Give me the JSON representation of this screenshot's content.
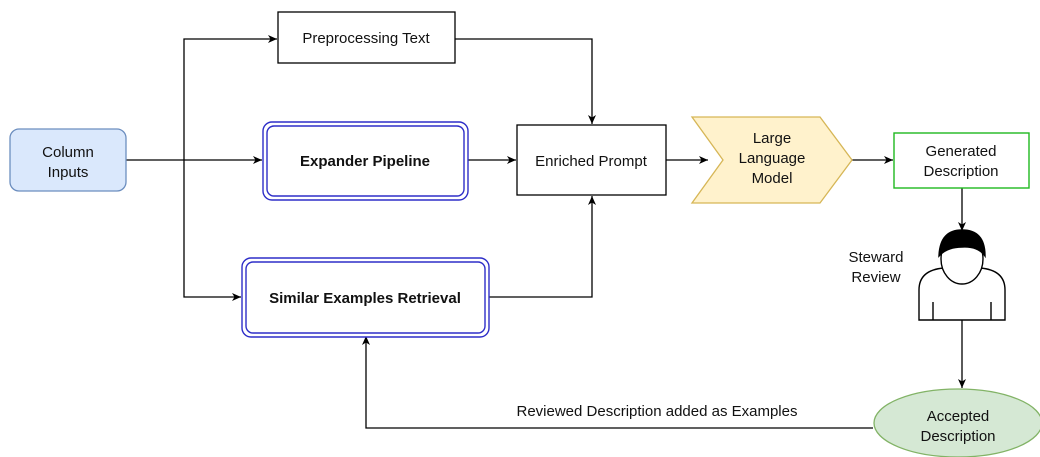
{
  "nodes": {
    "column_inputs": [
      "Column",
      "Inputs"
    ],
    "preprocessing": "Preprocessing Text",
    "expander": "Expander Pipeline",
    "similar": "Similar Examples Retrieval",
    "enriched": "Enriched Prompt",
    "llm": [
      "Large",
      "Language",
      "Model"
    ],
    "generated": [
      "Generated",
      "Description"
    ],
    "steward": [
      "Steward",
      "Review"
    ],
    "accepted": [
      "Accepted",
      "Description"
    ]
  },
  "edges": {
    "feedback_label": "Reviewed Description added as Examples"
  },
  "colors": {
    "input_fill": "#dae8fc",
    "input_stroke": "#6c8ebf",
    "pipeline_stroke": "#2e2ec8",
    "llm_fill": "#fff2cc",
    "llm_stroke": "#d6b656",
    "generated_stroke": "#1fb81f",
    "accepted_fill": "#d5e8d4",
    "accepted_stroke": "#82b366"
  }
}
